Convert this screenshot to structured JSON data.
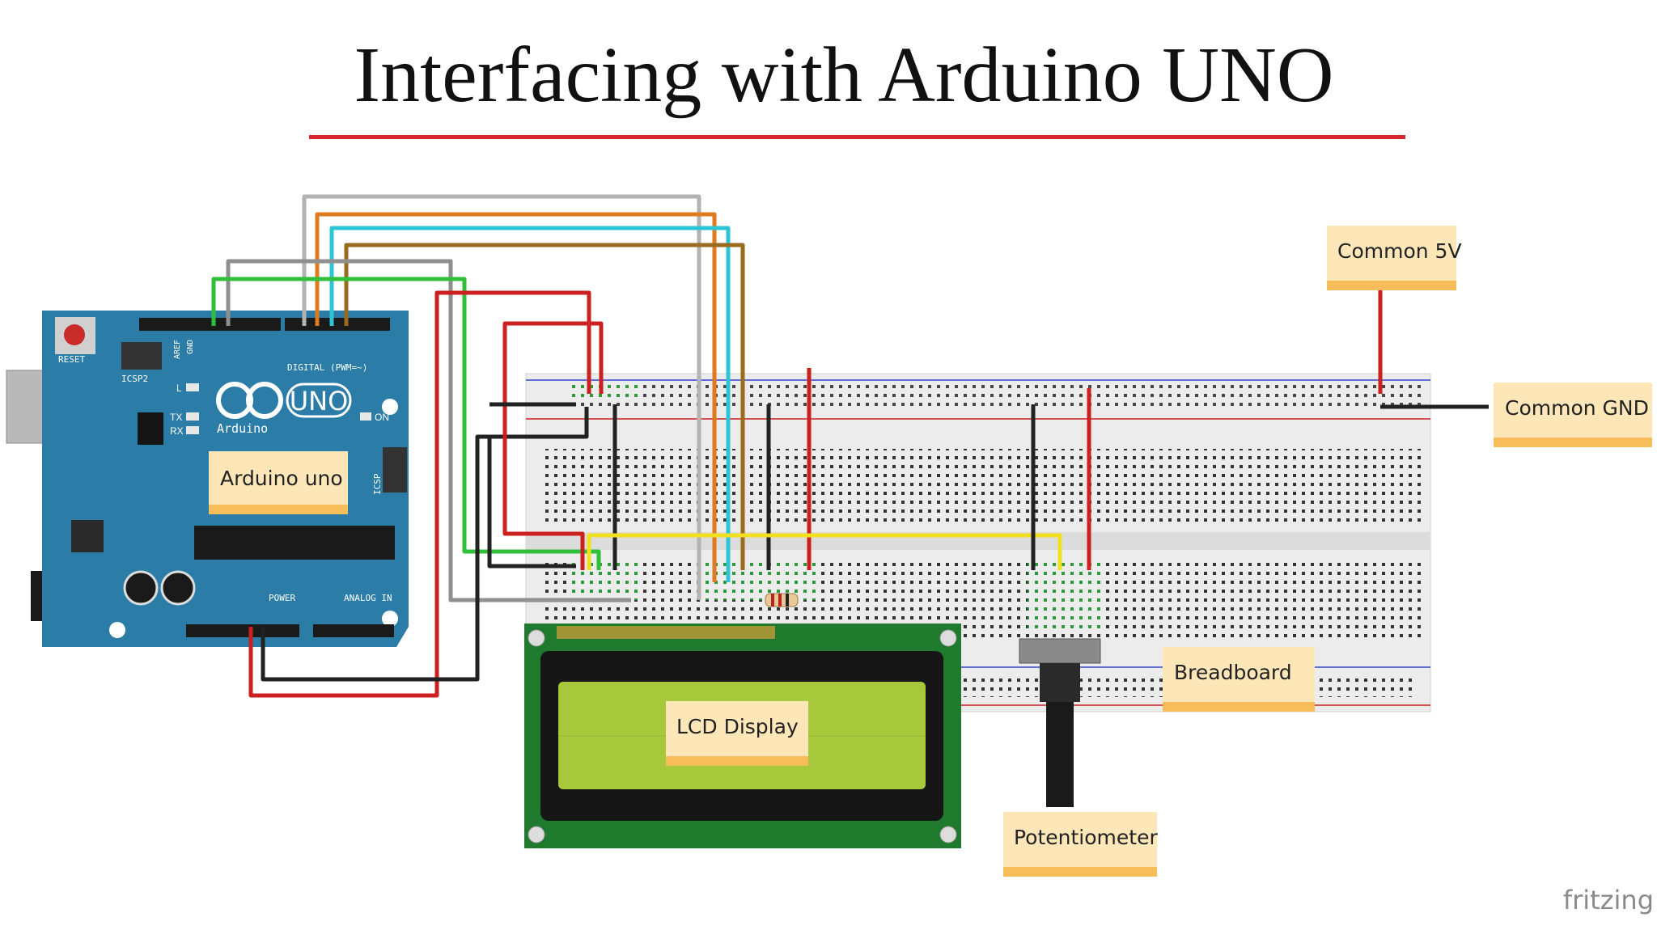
{
  "title": "Interfacing with Arduino UNO",
  "colors": {
    "title_rule": "#d8262e",
    "board": "#2b7da8",
    "breadboard": "#ececec",
    "lcd_pcb": "#1f7a2e",
    "lcd_screen": "#a8c83c",
    "note_fill": "#fde6b8",
    "note_band": "#f7bd5a"
  },
  "labels": {
    "arduino": "Arduino uno",
    "lcd": "LCD Display",
    "breadboard": "Breadboard",
    "potentiometer": "Potentiometer",
    "common_5v": "Common 5V",
    "common_gnd": "Common GND"
  },
  "board": {
    "logo": "UNO",
    "brand": "Arduino",
    "reset": "RESET",
    "icsp2": "ICSP2",
    "icsp": "ICSP",
    "aref": "AREF",
    "gnd": "GND",
    "digital": "DIGITAL (PWM=~)",
    "power": "POWER",
    "analog": "ANALOG IN",
    "led_l": "L",
    "led_tx": "TX",
    "led_rx": "RX",
    "led_on": "ON"
  },
  "watermark": "fritzing"
}
